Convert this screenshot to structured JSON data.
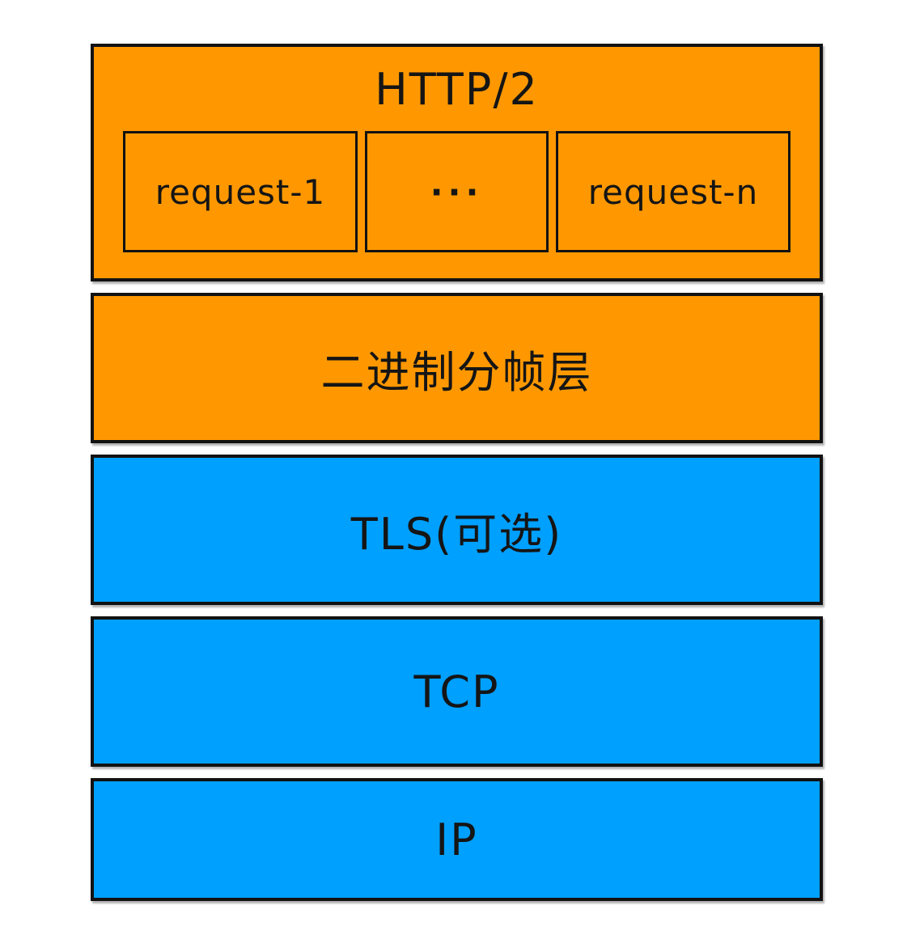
{
  "colors": {
    "orange": "#FF9800",
    "blue": "#00A0FF",
    "border": "#121212",
    "background": "#FFFFFF",
    "text": "#151515"
  },
  "stack": {
    "http2": {
      "title": "HTTP/2",
      "requests": [
        {
          "label": "request-1"
        },
        {
          "label": "···"
        },
        {
          "label": "request-n"
        }
      ]
    },
    "layers": [
      {
        "id": "binary-framing",
        "label": "二进制分帧层"
      },
      {
        "id": "tls",
        "label": "TLS(可选)"
      },
      {
        "id": "tcp",
        "label": "TCP"
      },
      {
        "id": "ip",
        "label": "IP"
      }
    ]
  }
}
